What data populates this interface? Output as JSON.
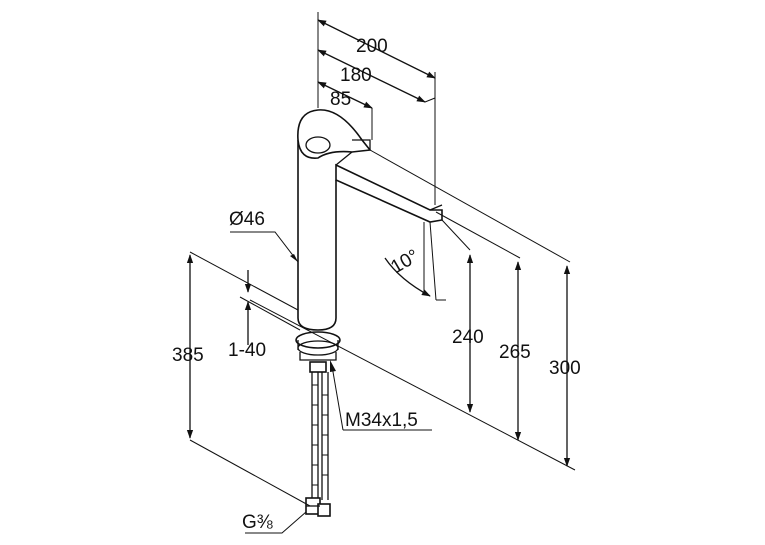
{
  "dimensions": {
    "width_200": "200",
    "width_180": "180",
    "width_85": "85",
    "diameter": "Ø46",
    "angle": "10°",
    "height_240": "240",
    "height_265": "265",
    "height_300": "300",
    "height_385": "385",
    "adjust_range": "1-40",
    "thread_mount": "M34x1,5",
    "thread_connection": "G⅜"
  }
}
